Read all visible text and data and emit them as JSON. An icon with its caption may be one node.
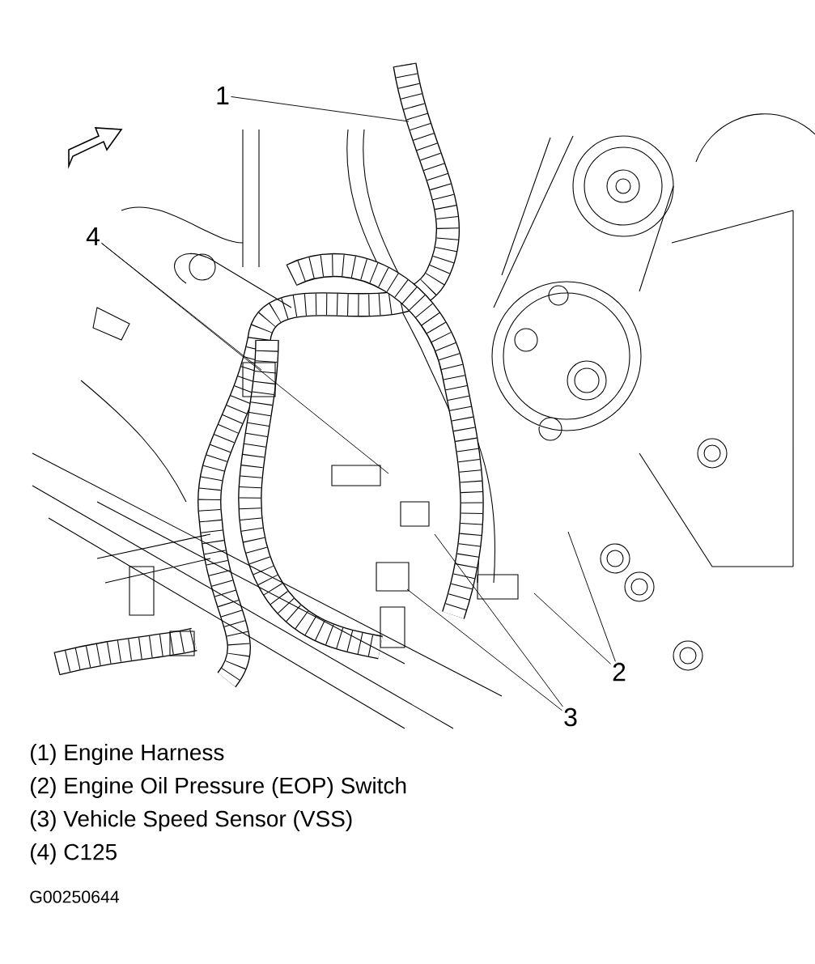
{
  "diagram": {
    "nodes": [
      {
        "text": [
          "1"
        ]
      },
      {
        "text": [
          "4"
        ]
      },
      {
        "text": [
          "2"
        ]
      },
      {
        "text": [
          "3"
        ]
      }
    ],
    "edges": [
      {
        "from": 0,
        "to": null,
        "arrow": "none"
      },
      {
        "from": 1,
        "to": null,
        "arrow": "none"
      },
      {
        "from": 1,
        "to": null,
        "arrow": "none"
      },
      {
        "from": 2,
        "to": null,
        "arrow": "none"
      },
      {
        "from": 2,
        "to": null,
        "arrow": "none"
      },
      {
        "from": 3,
        "to": null,
        "arrow": "none"
      },
      {
        "from": 3,
        "to": null,
        "arrow": "none"
      }
    ],
    "labels": [
      "(1) Engine Harness",
      "(2) Engine Oil Pressure (EOP) Switch",
      "(3) Vehicle Speed Sensor (VSS)",
      "(4) C125",
      "G00250644"
    ]
  }
}
